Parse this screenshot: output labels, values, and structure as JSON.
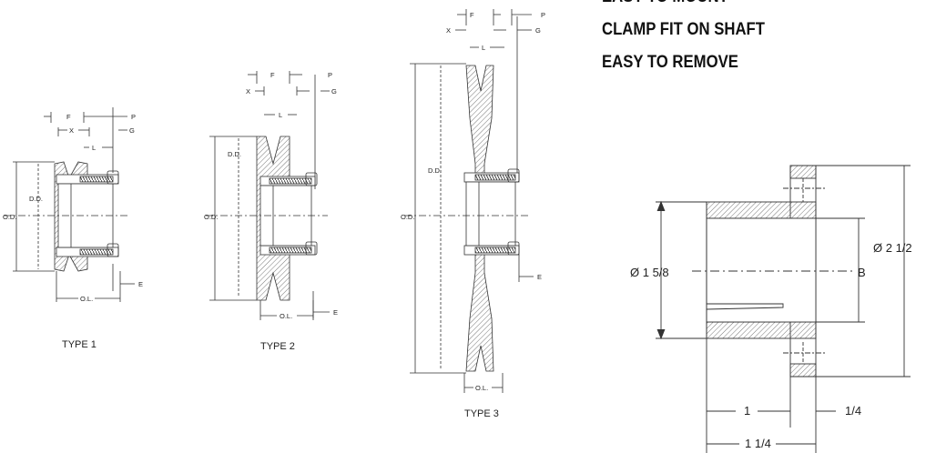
{
  "features": {
    "line1": "EASY TO MOUNT",
    "line2": "CLAMP FIT ON SHAFT",
    "line3": "EASY TO REMOVE"
  },
  "type1": {
    "caption": "TYPE 1",
    "F": "F",
    "X": "X",
    "L": "L",
    "P": "P",
    "G": "G",
    "OD": "O.D.",
    "DD": "D.D.",
    "OL": "O.L.",
    "E": "E"
  },
  "type2": {
    "caption": "TYPE 2",
    "F": "F",
    "X": "X",
    "L": "L",
    "P": "P",
    "G": "G",
    "OD": "O.D.",
    "DD": "D.D.",
    "OL": "O.L.",
    "E": "E"
  },
  "type3": {
    "caption": "TYPE 3",
    "F": "F",
    "X": "X",
    "L": "L",
    "P": "P",
    "G": "G",
    "OD": "O.D.",
    "DD": "D.D.",
    "OL": "O.L.",
    "E": "E"
  },
  "bushing": {
    "bore_dia": "Ø 1 5/8",
    "flange_dia": "Ø 2 1/2",
    "B": "B",
    "length": "1",
    "flange_thk": "1/4",
    "overall": "1 1/4"
  },
  "colors": {
    "line": "#333333",
    "hatch": "#555555",
    "text": "#222222"
  }
}
